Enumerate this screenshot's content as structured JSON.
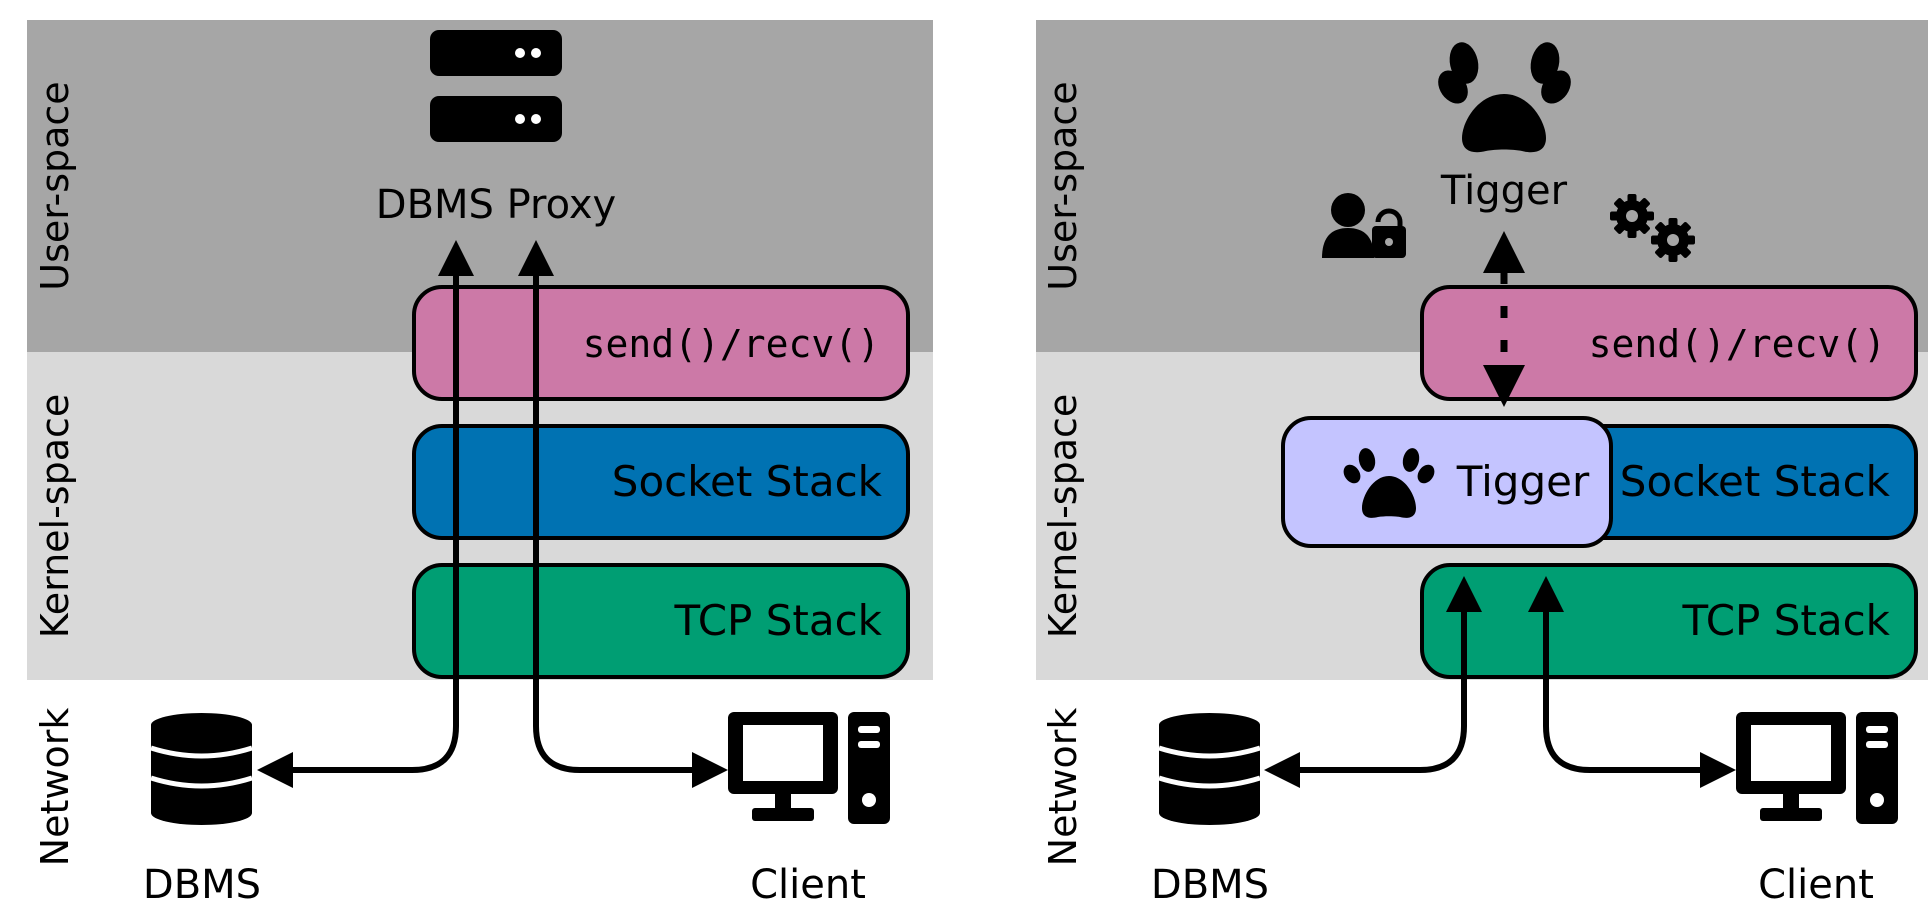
{
  "colors": {
    "user_space_bg": "#a6a6a6",
    "kernel_space_bg": "#d9d9d9",
    "syscall_layer": "#cc79a7",
    "socket_layer": "#0072b2",
    "tcp_layer": "#009e73",
    "tigger_kernel": "#c4c4ff",
    "ink": "#000000"
  },
  "zones": {
    "user_space": "User-space",
    "kernel_space": "Kernel-space",
    "network": "Network"
  },
  "layers": {
    "syscalls": "send()/recv()",
    "socket": "Socket Stack",
    "tcp": "TCP Stack"
  },
  "left_panel": {
    "proxy_label": "DBMS Proxy",
    "proxy_icon": "server-icon",
    "dbms_label": "DBMS",
    "dbms_icon": "database-icon",
    "client_label": "Client",
    "client_icon": "desktop-computer-icon"
  },
  "right_panel": {
    "tigger_user_label": "Tigger",
    "tigger_user_icon": "paw-icon",
    "tigger_kernel_label": "Tigger",
    "tigger_kernel_icon": "paw-icon",
    "security_icon": "user-lock-icon",
    "config_icon": "gears-icon",
    "dbms_label": "DBMS",
    "dbms_icon": "database-icon",
    "client_label": "Client",
    "client_icon": "desktop-computer-icon"
  }
}
